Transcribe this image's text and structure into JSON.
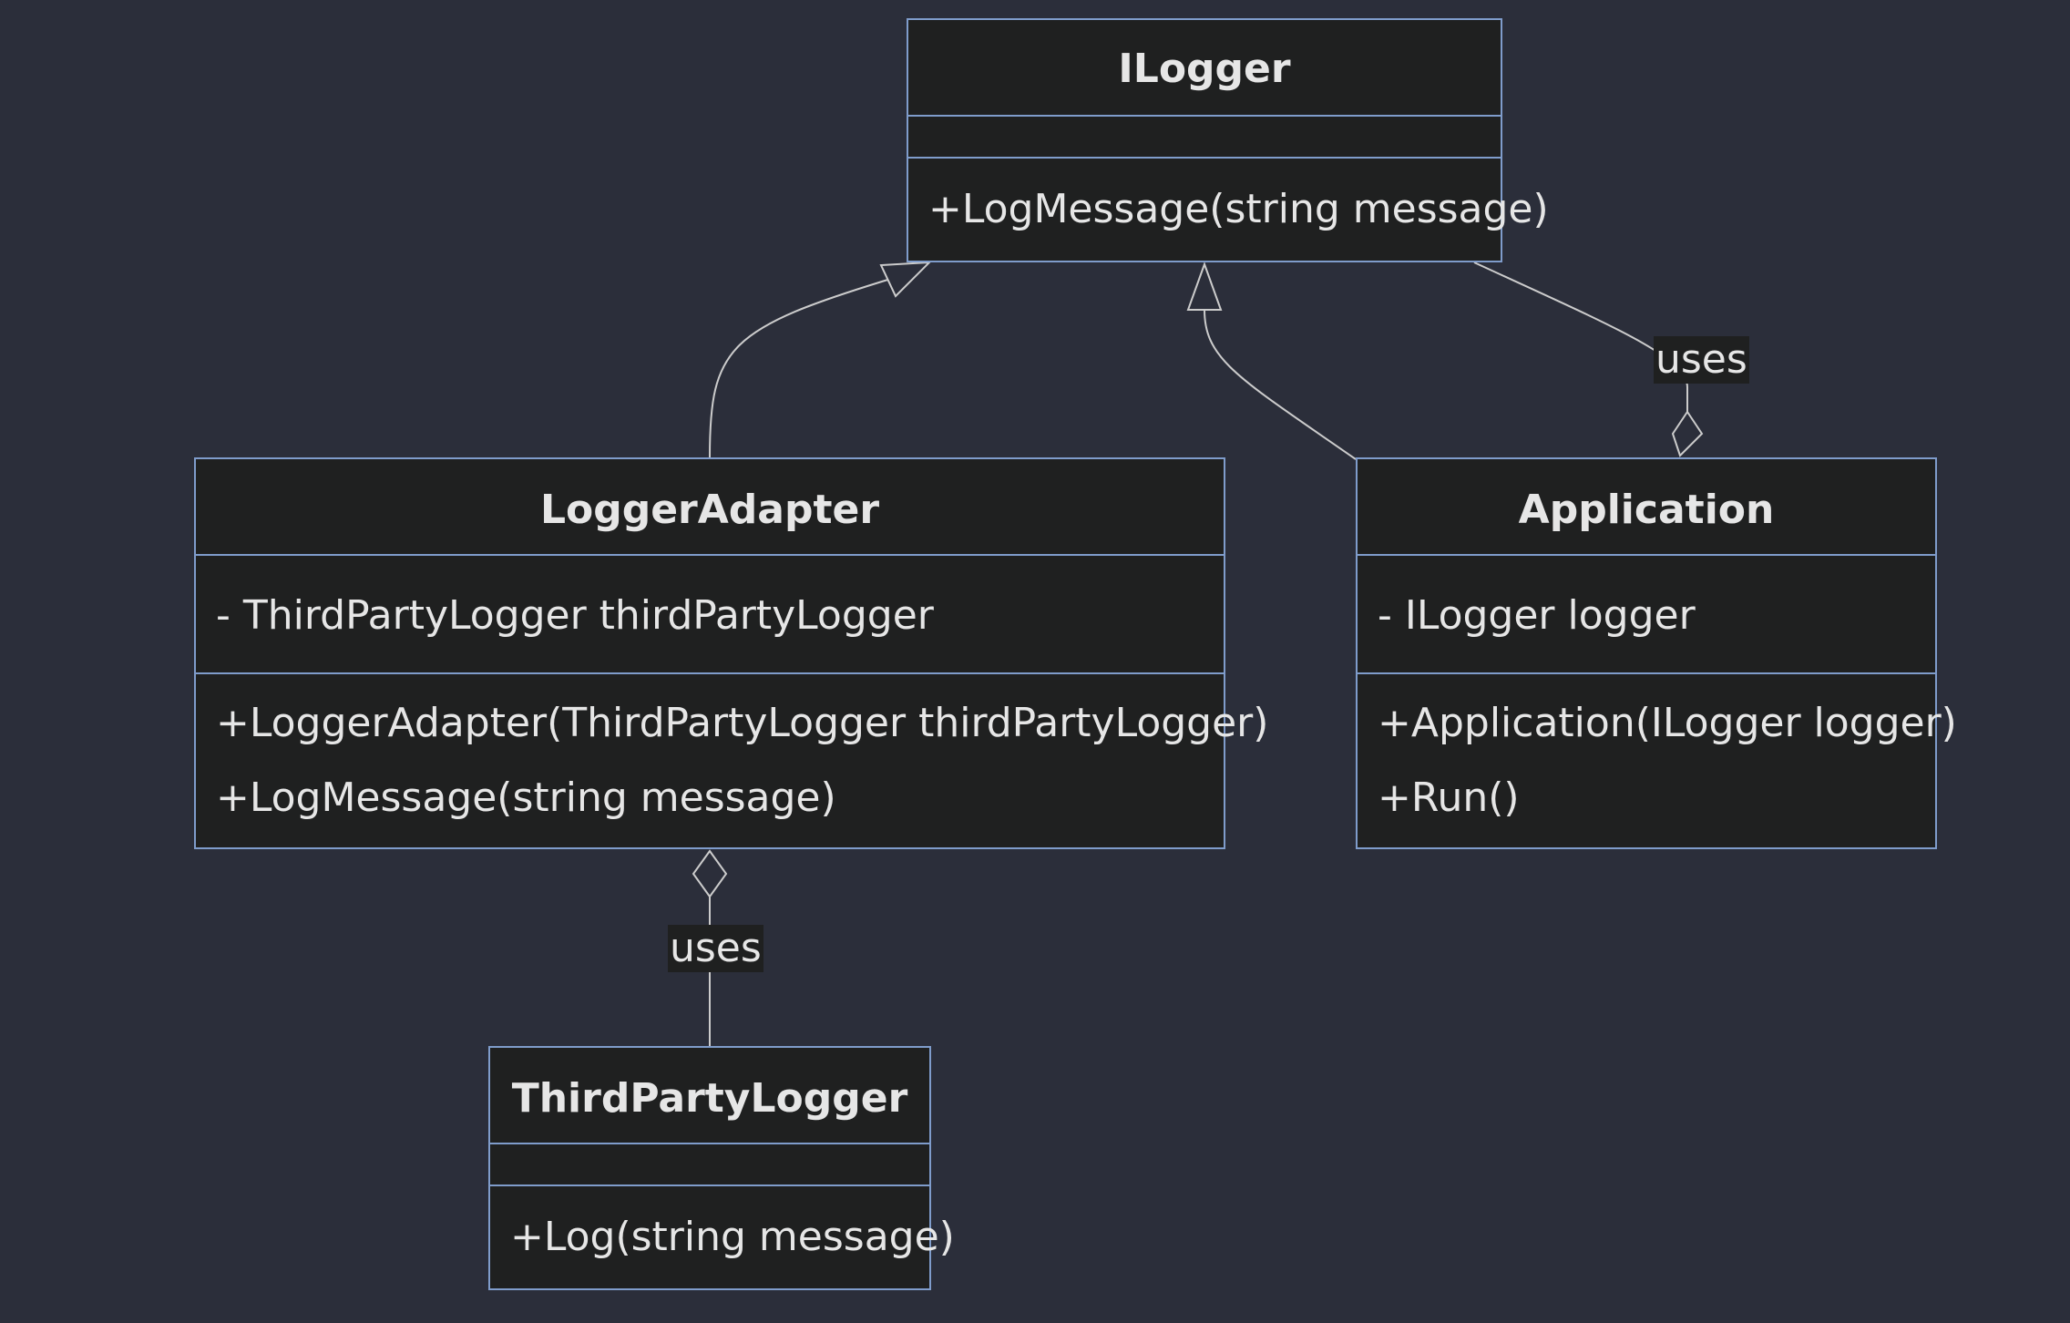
{
  "classes": {
    "ilogger": {
      "name": "ILogger",
      "attributes": [],
      "methods": [
        "+LogMessage(string message)"
      ]
    },
    "logger_adapter": {
      "name": "LoggerAdapter",
      "attributes": [
        "- ThirdPartyLogger thirdPartyLogger"
      ],
      "methods": [
        "+LoggerAdapter(ThirdPartyLogger thirdPartyLogger)",
        "+LogMessage(string message)"
      ]
    },
    "application": {
      "name": "Application",
      "attributes": [
        "- ILogger logger"
      ],
      "methods": [
        "+Application(ILogger logger)",
        "+Run()"
      ]
    },
    "third_party_logger": {
      "name": "ThirdPartyLogger",
      "attributes": [],
      "methods": [
        "+Log(string message)"
      ]
    }
  },
  "relations": [
    {
      "from": "LoggerAdapter",
      "to": "ILogger",
      "type": "realization",
      "label": ""
    },
    {
      "from": "Application",
      "to": "ILogger",
      "type": "realization",
      "label": ""
    },
    {
      "from": "Application",
      "to": "ILogger",
      "type": "aggregation",
      "label": "uses"
    },
    {
      "from": "LoggerAdapter",
      "to": "ThirdPartyLogger",
      "type": "aggregation",
      "label": "uses"
    }
  ],
  "colors": {
    "background": "#2b2e3a",
    "node_fill": "#1f2020",
    "node_border": "#7f9ccb",
    "text": "#e6e6e6",
    "edge": "#cccccc"
  }
}
